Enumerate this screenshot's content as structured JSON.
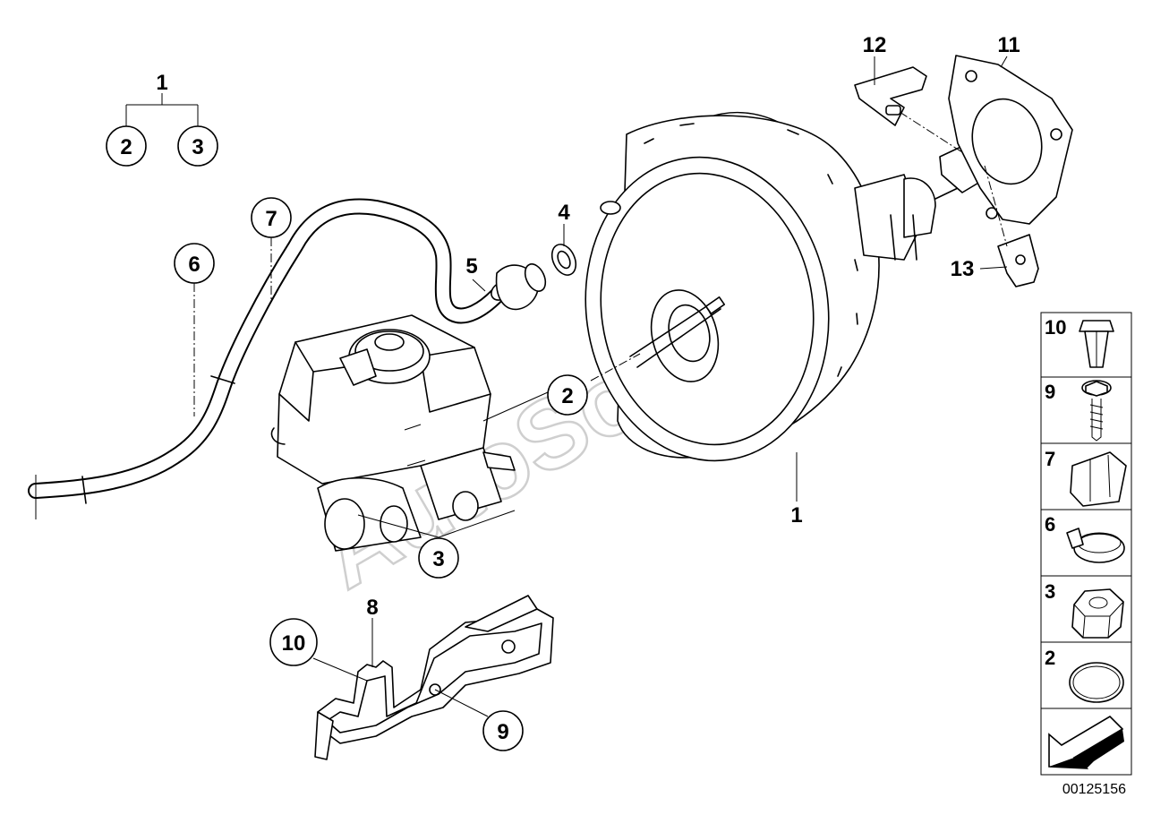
{
  "diagram": {
    "type": "exploded parts diagram",
    "watermark": "AutoSoft",
    "drawing_number": "00125156",
    "group_label": {
      "parent": "1",
      "children": [
        "2",
        "3"
      ]
    },
    "callouts": [
      {
        "id": "c1-top",
        "label": "1"
      },
      {
        "id": "c2-top",
        "label": "2"
      },
      {
        "id": "c3-top",
        "label": "3"
      },
      {
        "id": "c6",
        "label": "6"
      },
      {
        "id": "c7",
        "label": "7"
      },
      {
        "id": "c4",
        "label": "4"
      },
      {
        "id": "c5",
        "label": "5"
      },
      {
        "id": "c2-mid",
        "label": "2"
      },
      {
        "id": "c3-mid",
        "label": "3"
      },
      {
        "id": "c1-booster",
        "label": "1"
      },
      {
        "id": "c12",
        "label": "12"
      },
      {
        "id": "c11",
        "label": "11"
      },
      {
        "id": "c13",
        "label": "13"
      },
      {
        "id": "c8",
        "label": "8"
      },
      {
        "id": "c10",
        "label": "10"
      },
      {
        "id": "c9",
        "label": "9"
      }
    ],
    "legend": [
      {
        "label": "10",
        "icon": "expanding-nut-icon"
      },
      {
        "label": "9",
        "icon": "screw-icon"
      },
      {
        "label": "7",
        "icon": "grommet-icon"
      },
      {
        "label": "6",
        "icon": "hose-clamp-icon"
      },
      {
        "label": "3",
        "icon": "hex-nut-icon"
      },
      {
        "label": "2",
        "icon": "seal-ring-icon"
      }
    ],
    "forward_arrow_icon": "direction-arrow-icon"
  }
}
